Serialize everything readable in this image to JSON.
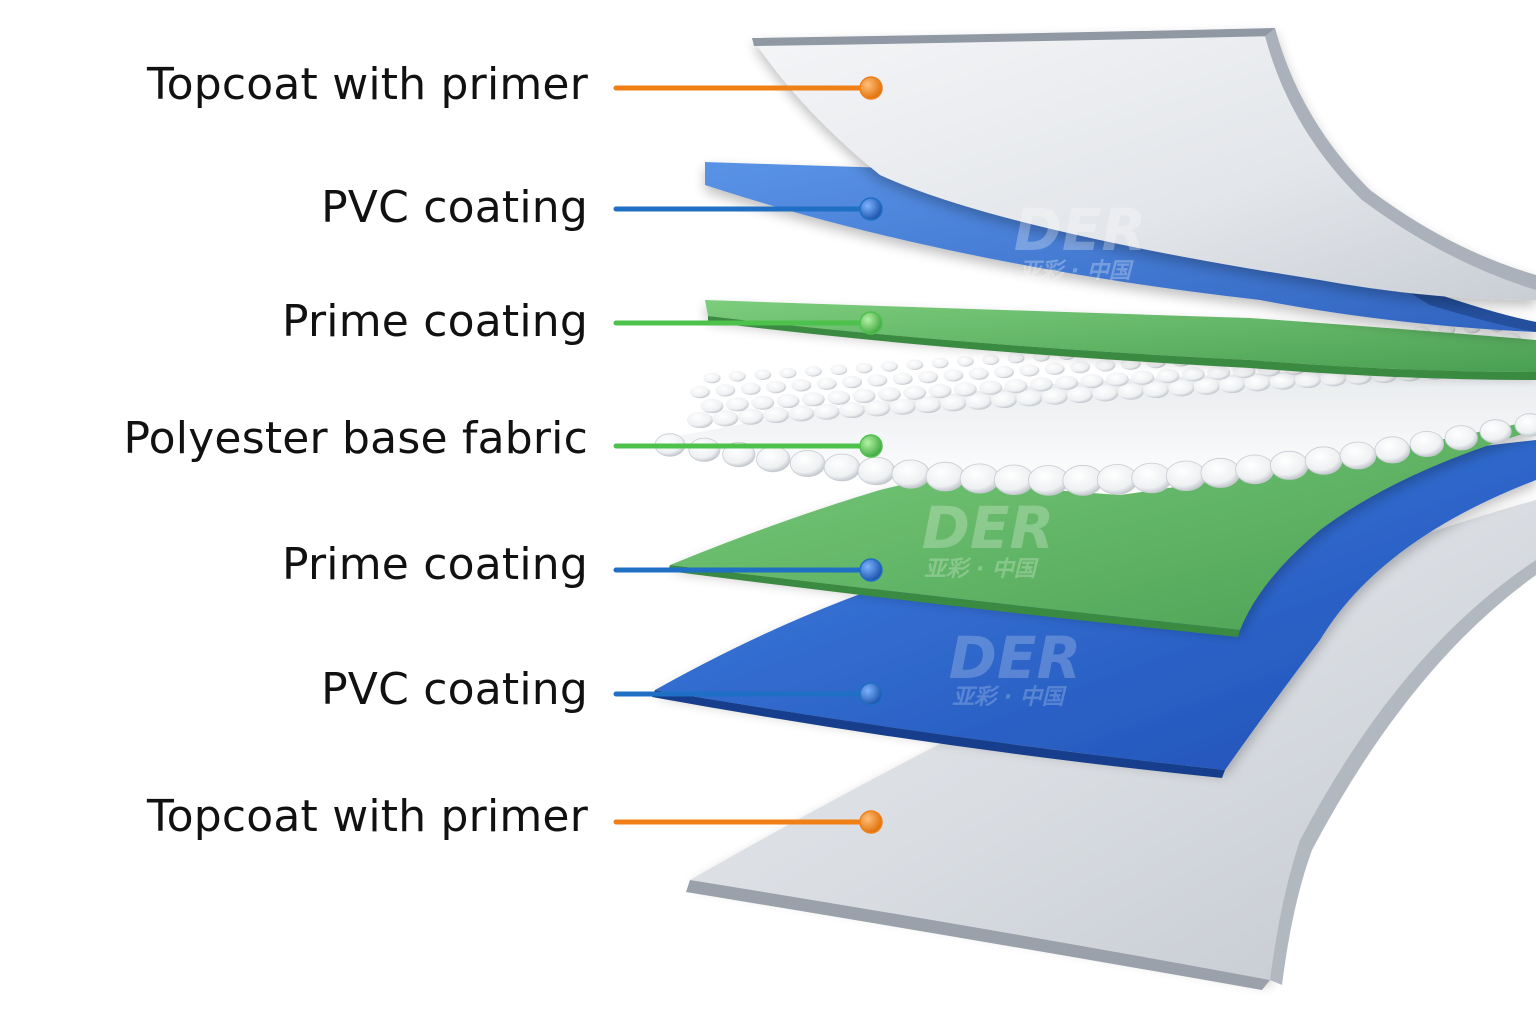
{
  "labels": [
    {
      "text": "Topcoat with primer",
      "color": "#f07f16"
    },
    {
      "text": "PVC coating",
      "color": "#1f6fc4"
    },
    {
      "text": "Prime coating",
      "color": "#4cc24c"
    },
    {
      "text": "Polyester base fabric",
      "color": "#4cc24c"
    },
    {
      "text": "Prime coating",
      "color": "#1f6fc4"
    },
    {
      "text": "PVC coating",
      "color": "#1f6fc4"
    },
    {
      "text": "Topcoat with primer",
      "color": "#f07f16"
    }
  ],
  "watermark": {
    "brand": "DER",
    "sub": "亚彩 · 中国"
  },
  "colors": {
    "topcoat": "#dfe3e8",
    "pvc": "#3b78d6",
    "prime": "#5fb865",
    "fabric": "#f2f4f6"
  }
}
